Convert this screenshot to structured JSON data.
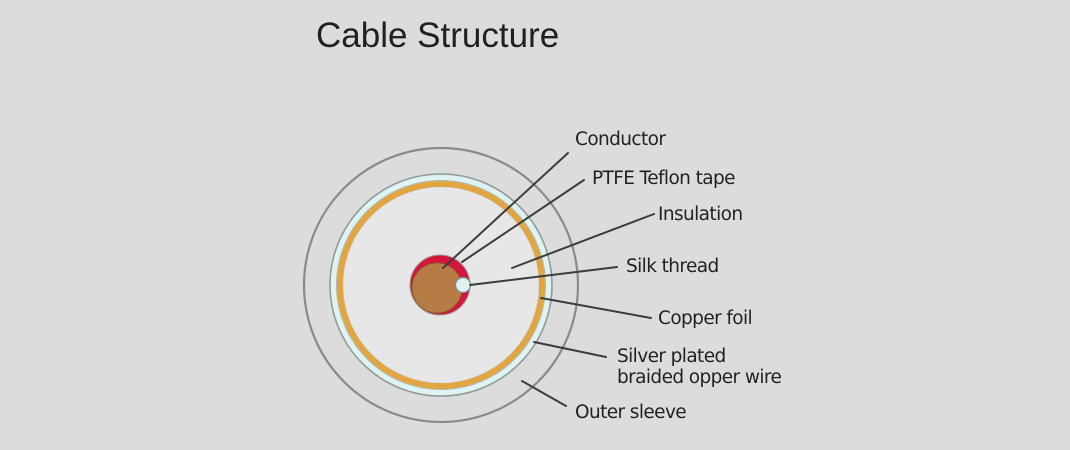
{
  "title": "Cable Structure",
  "colors": {
    "background": "#dcdcdc",
    "insulation": "#e7e7e7",
    "outer_sleeve_line": "#8a8a8a",
    "silver_braid": "#dff3f3",
    "copper_foil": "#e2a53f",
    "ptfe_tape": "#d5163c",
    "conductor": "#b57c45",
    "silk_thread": "#dff1f1",
    "leader_line": "#3c3c3c",
    "text": "#231f20"
  },
  "layers": [
    {
      "id": "conductor",
      "label": "Conductor"
    },
    {
      "id": "ptfe",
      "label": "PTFE Teflon tape"
    },
    {
      "id": "insulation",
      "label": "Insulation"
    },
    {
      "id": "silk",
      "label": "Silk thread"
    },
    {
      "id": "copper-foil",
      "label": "Copper foil"
    },
    {
      "id": "silver-braid",
      "label_lines": [
        "Silver plated",
        "braided opper wire"
      ]
    },
    {
      "id": "outer-sleeve",
      "label": "Outer sleeve"
    }
  ]
}
